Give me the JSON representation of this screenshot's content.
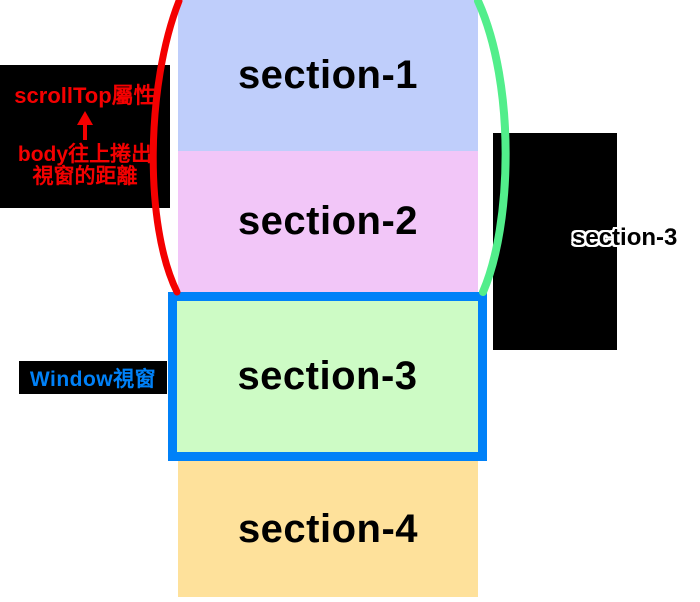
{
  "colors": {
    "red": "#f40000",
    "green": "#52ee8b",
    "blue": "#0081f8",
    "box_bg": "#000000",
    "outline": "#ffffff",
    "page_bg": "#ffffff"
  },
  "sections": [
    {
      "label": "section-1",
      "color": "#bfcefb"
    },
    {
      "label": "section-2",
      "color": "#f2c6f8"
    },
    {
      "label": "section-3",
      "color": "#cdfbc5"
    },
    {
      "label": "section-4",
      "color": "#fee19b"
    }
  ],
  "left_note": {
    "line1": "scrollTop屬性",
    "arrow_icon": "up-arrow",
    "line2": "body往上捲出",
    "line3": "視窗的距離"
  },
  "window_label": {
    "text": "Window視窗"
  },
  "right_note": {
    "text": "section-3"
  }
}
